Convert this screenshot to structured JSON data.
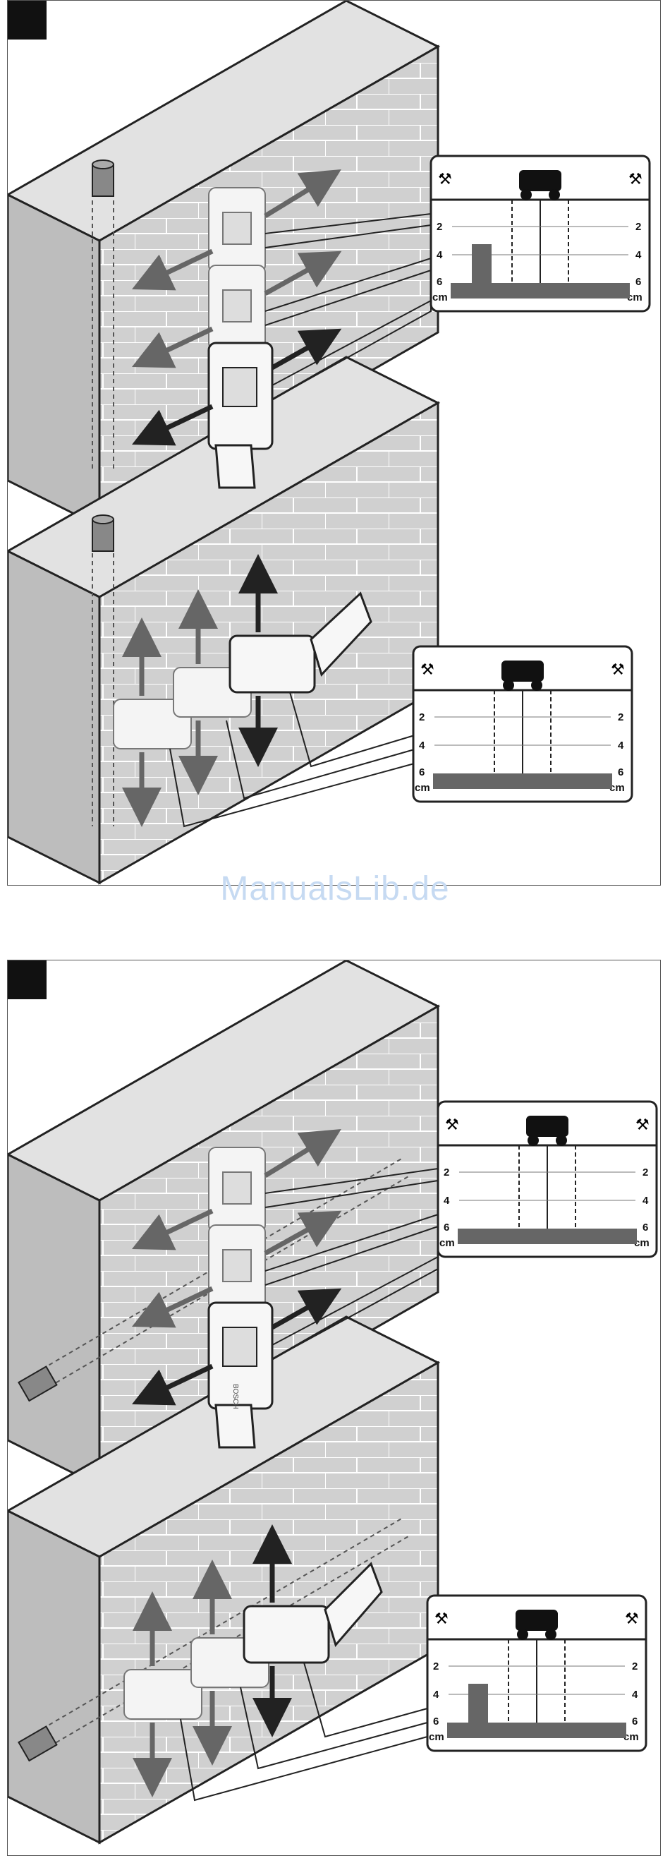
{
  "watermark": "ManualsLib.de",
  "display": {
    "depth_marks": [
      "2",
      "4",
      "6"
    ],
    "unit": "cm"
  },
  "brand": "BOSCH"
}
